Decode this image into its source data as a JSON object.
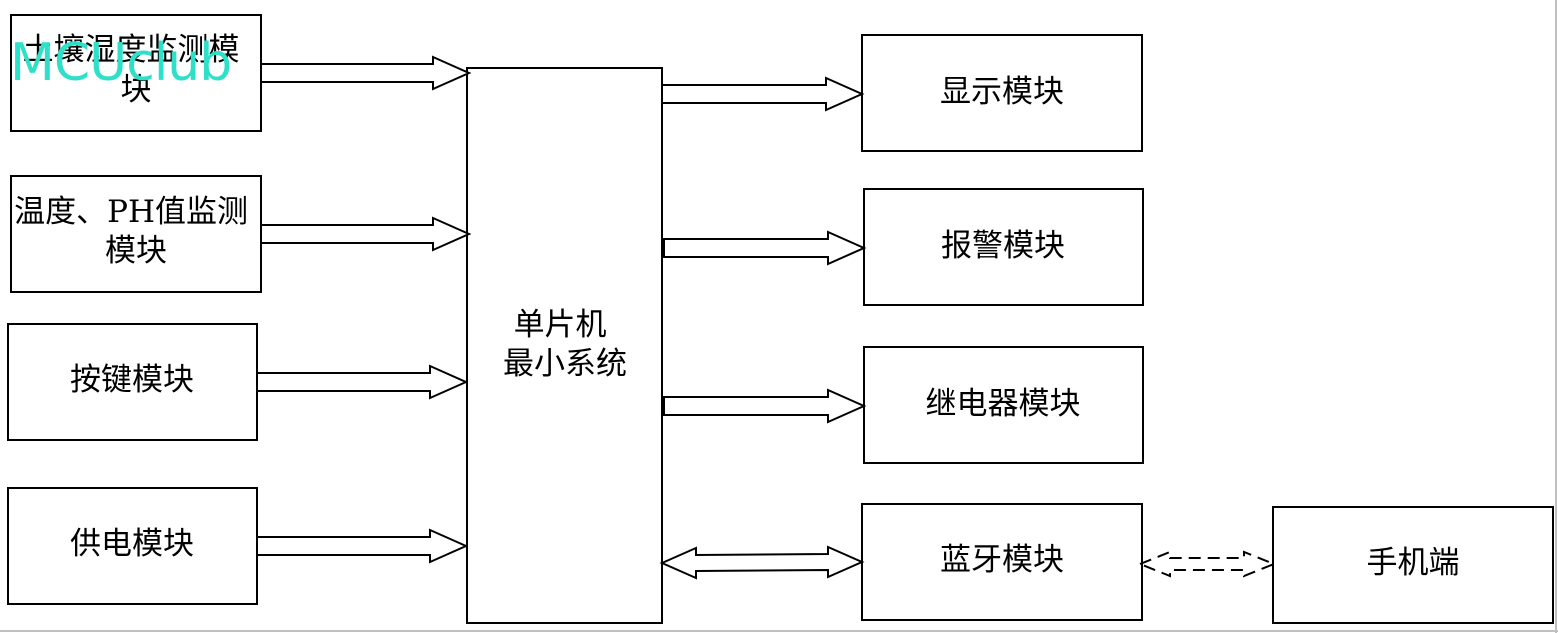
{
  "watermark": "MCUclub",
  "colors": {
    "stroke": "#000000",
    "background": "#ffffff",
    "watermark": "#2ee0c8"
  },
  "boxes": {
    "soil_humidity": [
      "土壤湿度监测模",
      "块"
    ],
    "temp_ph": [
      "温度、PH值监测",
      "模块"
    ],
    "key": [
      "按键模块"
    ],
    "power": [
      "供电模块"
    ],
    "mcu": [
      "单片机",
      "最小系统"
    ],
    "display": [
      "显示模块"
    ],
    "alarm": [
      "报警模块"
    ],
    "relay": [
      "继电器模块"
    ],
    "bluetooth": [
      "蓝牙模块"
    ],
    "phone": [
      "手机端"
    ]
  }
}
